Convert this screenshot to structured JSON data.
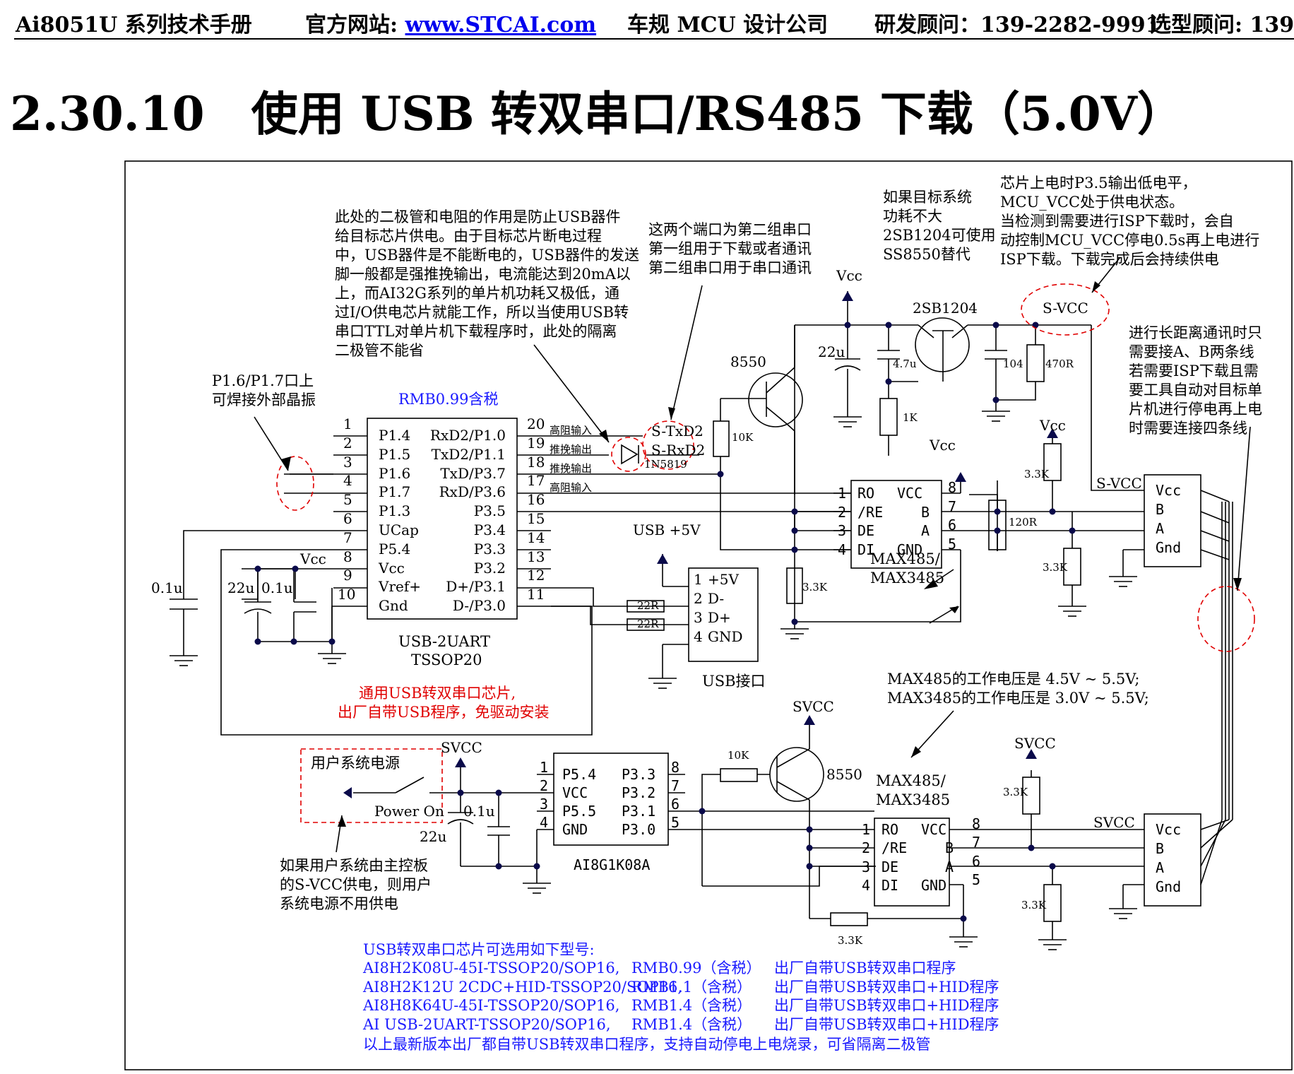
{
  "header": {
    "manual": "Ai8051U 系列技术手册",
    "site_label": "官方网站:",
    "site_link": "www.STCAI.com",
    "company": "车规 MCU 设计公司",
    "rd_consultant": "研发顾问：139-2282-9991",
    "sales_consultant": "选型顾问: 139-"
  },
  "section": {
    "title": "2.30.10　使用 USB 转双串口/RS485 下载（5.0V）"
  },
  "notes": {
    "diode_note": [
      "此处的二极管和电阻的作用是防止USB器件",
      "给目标芯片供电。由于目标芯片断电过程",
      "中，USB器件是不能断电的，USB器件的发送",
      "脚一般都是强推挽输出，电流能达到20mA以",
      "上，而AI32G系列的单片机功耗又极低，通",
      "过I/O供电芯片就能工作，所以当使用USB转",
      "串口TTL对单片机下载程序时，此处的隔离",
      "二极管不能省"
    ],
    "second_uart": [
      "这两个端口为第二组串口",
      "第一组用于下载或者通讯",
      "第二组串口用于串口通讯"
    ],
    "sub_transistor": [
      "如果目标系统",
      "功耗不大",
      "2SB1204可使用",
      "SS8550替代"
    ],
    "power_state": [
      "芯片上电时P3.5输出低电平，",
      "MCU_VCC处于供电状态。",
      "当检测到需要进行ISP下载时，会自",
      "动控制MCU_VCC停电0.5s再上电进行",
      "ISP下载。下载完成后会持续供电"
    ],
    "crystal": [
      "P1.6/P1.7口上",
      "可焊接外部晶振"
    ],
    "long_distance": [
      "进行长距离通讯时只",
      "需要接A、B两条线",
      "若需要ISP下载且需",
      "要工具自动对目标单",
      "片机进行停电再上电",
      "时需要连接四条线"
    ],
    "max485_voltage": [
      "MAX485的工作电压是 4.5V ~ 5.5V;",
      "MAX3485的工作电压是 3.0V ~ 5.5V;"
    ],
    "user_power_note": [
      "如果用户系统由主控板",
      "的S-VCC供电，则用户",
      "系统电源不用供电"
    ],
    "usb_chip_desc": [
      "通用USB转双串口芯片,",
      "出厂自带USB程序，免驱动安装"
    ]
  },
  "usb_chip": {
    "price": "RMB0.99含税",
    "name": "USB-2UART",
    "package": "TSSOP20",
    "left_pins": [
      {
        "num": "1",
        "label": "P1.4"
      },
      {
        "num": "2",
        "label": "P1.5"
      },
      {
        "num": "3",
        "label": "P1.6"
      },
      {
        "num": "4",
        "label": "P1.7"
      },
      {
        "num": "5",
        "label": "P1.3"
      },
      {
        "num": "6",
        "label": "UCap"
      },
      {
        "num": "7",
        "label": "P5.4"
      },
      {
        "num": "8",
        "label": "Vcc"
      },
      {
        "num": "9",
        "label": "Vref+"
      },
      {
        "num": "10",
        "label": "Gnd"
      }
    ],
    "right_pins": [
      {
        "num": "20",
        "label": "RxD2/P1.0"
      },
      {
        "num": "19",
        "label": "TxD2/P1.1"
      },
      {
        "num": "18",
        "label": "TxD/P3.7"
      },
      {
        "num": "17",
        "label": "RxD/P3.6"
      },
      {
        "num": "16",
        "label": "P3.5"
      },
      {
        "num": "15",
        "label": "P3.4"
      },
      {
        "num": "14",
        "label": "P3.3"
      },
      {
        "num": "13",
        "label": "P3.2"
      },
      {
        "num": "12",
        "label": "D+/P3.1"
      },
      {
        "num": "11",
        "label": "D-/P3.0"
      }
    ],
    "pin_modes": [
      "高阻输入",
      "推挽输出",
      "推挽输出",
      "高阻输入"
    ]
  },
  "usb_port": {
    "title": "USB接口",
    "supply": "USB +5V",
    "pins": [
      {
        "num": "1",
        "label": "+5V"
      },
      {
        "num": "2",
        "label": "D-"
      },
      {
        "num": "3",
        "label": "D+"
      },
      {
        "num": "4",
        "label": "GND"
      }
    ]
  },
  "max485_top": {
    "name": [
      "MAX485/",
      "MAX3485"
    ],
    "left_pins": [
      {
        "num": "1",
        "label": "RO"
      },
      {
        "num": "2",
        "label": "/RE"
      },
      {
        "num": "3",
        "label": "DE"
      },
      {
        "num": "4",
        "label": "DI"
      }
    ],
    "right_pins": [
      {
        "num": "8",
        "label": "VCC"
      },
      {
        "num": "7",
        "label": "B"
      },
      {
        "num": "6",
        "label": "A"
      },
      {
        "num": "5",
        "label": "GND"
      }
    ]
  },
  "max485_bottom": {
    "name": [
      "MAX485/",
      "MAX3485"
    ],
    "left_pins": [
      {
        "num": "1",
        "label": "RO"
      },
      {
        "num": "2",
        "label": "/RE"
      },
      {
        "num": "3",
        "label": "DE"
      },
      {
        "num": "4",
        "label": "DI"
      }
    ],
    "right_pins": [
      {
        "num": "8",
        "label": "VCC"
      },
      {
        "num": "7",
        "label": "B"
      },
      {
        "num": "6",
        "label": "A"
      },
      {
        "num": "5",
        "label": "GND"
      }
    ]
  },
  "ai8g": {
    "name": "AI8G1K08A",
    "left_pins": [
      {
        "num": "1",
        "label": "P5.4"
      },
      {
        "num": "2",
        "label": "VCC"
      },
      {
        "num": "3",
        "label": "P5.5"
      },
      {
        "num": "4",
        "label": "GND"
      }
    ],
    "right_pins": [
      {
        "num": "8",
        "label": "P3.3"
      },
      {
        "num": "7",
        "label": "P3.2"
      },
      {
        "num": "6",
        "label": "P3.1"
      },
      {
        "num": "5",
        "label": "P3.0"
      }
    ]
  },
  "connector_top": {
    "labels": [
      "Vcc",
      "B",
      "A",
      "Gnd"
    ]
  },
  "connector_bottom": {
    "labels": [
      "Vcc",
      "B",
      "A",
      "Gnd"
    ]
  },
  "labels": {
    "vcc": "Vcc",
    "svcc": "SVCC",
    "s_vcc": "S-VCC",
    "s_txd2": "S-TxD2",
    "s_rxd2": "S-RxD2",
    "diode": "1N5819",
    "q_top": "2SB1204",
    "q_mid": "8550",
    "q_bottom": "8550",
    "user_power": "用户系统电源",
    "power_on": "Power On"
  },
  "components": {
    "c_01u": "0.1u",
    "c_22u": "22u",
    "c_47u": "4.7u",
    "c_104": "104",
    "r_470": "470R",
    "r_1k": "1K",
    "r_10k": "10K",
    "r_33k": "3.3K",
    "r_120": "120R",
    "r_22": "22R"
  },
  "models": {
    "title": "USB转双串口芯片可选用如下型号:",
    "rows": [
      {
        "model": "AI8H2K08U-45I-TSSOP20/SOP16,",
        "price": "RMB0.99（含税）",
        "feature": "出厂自带USB转双串口程序"
      },
      {
        "model": "AI8H2K12U 2CDC+HID-TSSOP20/SOP16,",
        "price": "RMB1.1（含税）",
        "feature": "出厂自带USB转双串口+HID程序"
      },
      {
        "model": "AI8H8K64U-45I-TSSOP20/SOP16,",
        "price": "RMB1.4（含税）",
        "feature": "出厂自带USB转双串口+HID程序"
      },
      {
        "model": "AI USB-2UART-TSSOP20/SOP16,",
        "price": "RMB1.4（含税）",
        "feature": "出厂自带USB转双串口+HID程序"
      }
    ],
    "footer": "以上最新版本出厂都自带USB转双串口程序，支持自动停电上电烧录，可省隔离二极管"
  },
  "colors": {
    "text": "#000000",
    "blue": "#1a1aff",
    "red": "#e00000",
    "link": "#0000ee",
    "dash_red": "#e00000"
  }
}
